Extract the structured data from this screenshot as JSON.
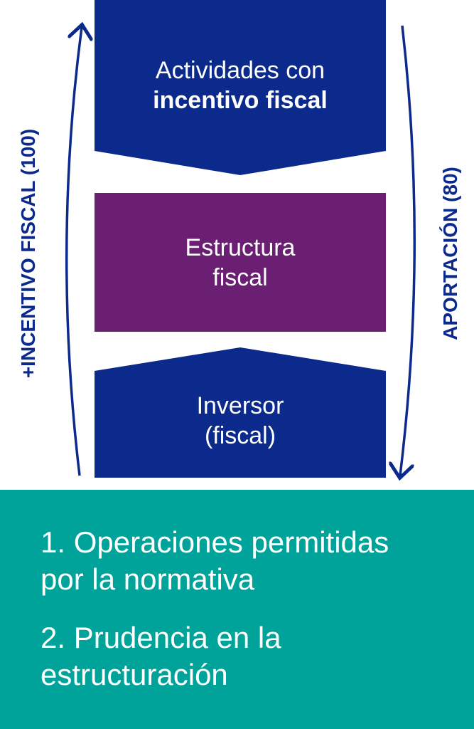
{
  "diagram": {
    "top_box": {
      "line1": "Actividades con",
      "line2": "incentivo fiscal",
      "color": "#0b2a8c"
    },
    "middle_box": {
      "line1": "Estructura",
      "line2": "fiscal",
      "color": "#6a1f72"
    },
    "bottom_box": {
      "line1": "Inversor",
      "line2": "(fiscal)",
      "color": "#0b2a8c"
    },
    "left_arrow_label": "+INCENTIVO FISCAL (100)",
    "right_arrow_label": "APORTACIÓN (80)",
    "arrow_color": "#0b2a8c"
  },
  "panel": {
    "color": "#00a39a",
    "point1_line1": "1. Operaciones permitidas",
    "point1_line2": "por la normativa",
    "point2_line1": "2. Prudencia en la",
    "point2_line2": "estructuración"
  }
}
